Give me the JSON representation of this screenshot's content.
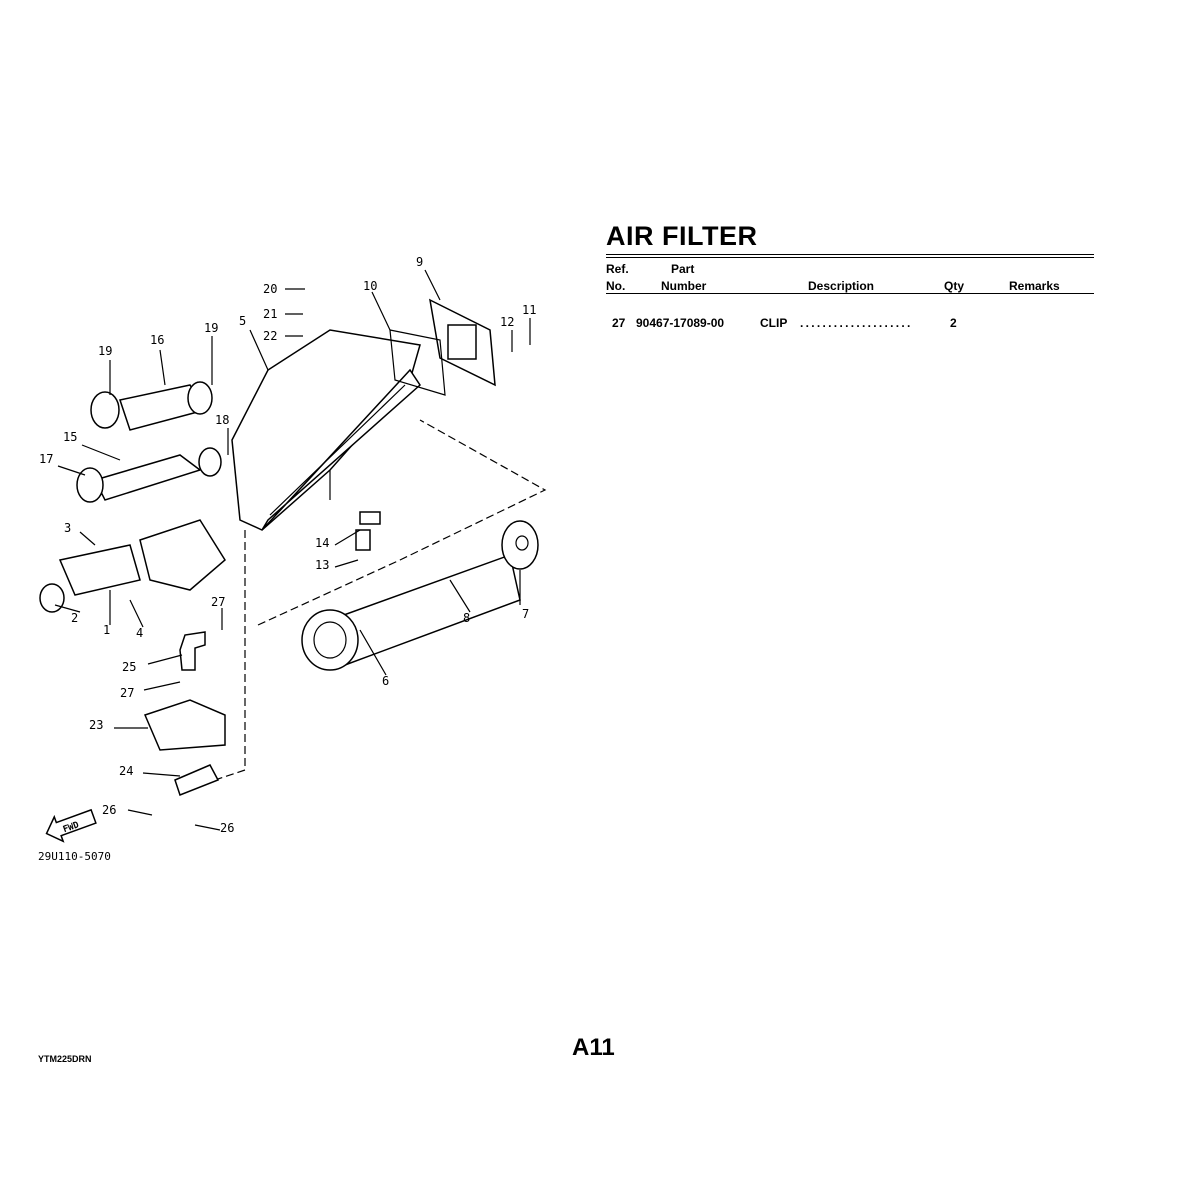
{
  "title": "AIR FILTER",
  "table": {
    "headers": {
      "ref_line1": "Ref.",
      "ref_line2": "No.",
      "part_line1": "Part",
      "part_line2": "Number",
      "description": "Description",
      "qty": "Qty",
      "remarks": "Remarks"
    },
    "rows": [
      {
        "ref": "27",
        "part_number": "90467-17089-00",
        "description": "CLIP",
        "leader": "....................",
        "qty": "2",
        "remarks": ""
      }
    ]
  },
  "diagram": {
    "callouts": [
      "20",
      "21",
      "22",
      "9",
      "10",
      "12",
      "11",
      "5",
      "19",
      "16",
      "19",
      "18",
      "15",
      "17",
      "3",
      "14",
      "13",
      "2",
      "1",
      "4",
      "27",
      "7",
      "8",
      "6",
      "25",
      "27",
      "23",
      "24",
      "26",
      "26"
    ],
    "fwd_label": "FWD",
    "drawing_code": "29U110-5070"
  },
  "footer": {
    "model_code": "YTM225DRN",
    "page": "A11"
  }
}
